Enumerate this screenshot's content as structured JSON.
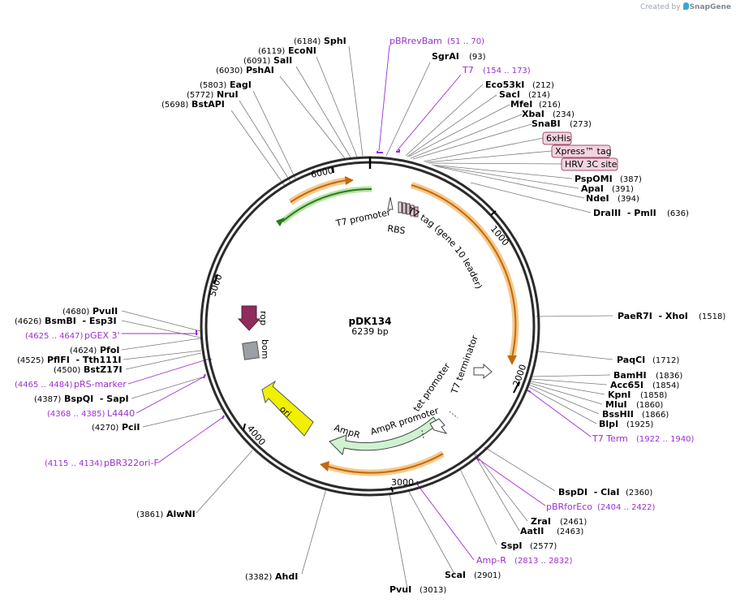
{
  "credit": {
    "prefix": "Created by",
    "brand": "SnapGene"
  },
  "plasmid": {
    "name": "pDK134",
    "size": "6239 bp"
  },
  "ticks": [
    "1000",
    "2000",
    "3000",
    "4000",
    "5000",
    "6000"
  ],
  "colors": {
    "enzyme": "#000000",
    "primer": "#9b30d0",
    "feature_fill": "#f3d3e0",
    "feature_stroke": "#a0506a"
  },
  "feature_labels": [
    {
      "id": "t7-promoter",
      "text": "T7 promoter"
    },
    {
      "id": "rbs",
      "text": "RBS"
    },
    {
      "id": "t7-tag",
      "text": "T7 tag (gene 10 leader)"
    },
    {
      "id": "t7-terminator",
      "text": "T7 terminator"
    },
    {
      "id": "tet-promoter",
      "text": "tet promoter"
    },
    {
      "id": "ampr-promoter",
      "text": "AmpR promoter"
    },
    {
      "id": "ampr",
      "text": "AmpR"
    },
    {
      "id": "ori",
      "text": "ori"
    },
    {
      "id": "bom",
      "text": "bom"
    },
    {
      "id": "rop",
      "text": "rop"
    }
  ],
  "boxed_features": [
    "6xHis",
    "Xpress™ tag",
    "HRV 3C site"
  ],
  "enzymes": [
    {
      "name": "SphI",
      "pos": "(6184)"
    },
    {
      "name": "EcoNI",
      "pos": "(6119)"
    },
    {
      "name": "SalI",
      "pos": "(6091)"
    },
    {
      "name": "PshAI",
      "pos": "(6030)"
    },
    {
      "name": "EagI",
      "pos": "(5803)"
    },
    {
      "name": "NruI",
      "pos": "(5772)"
    },
    {
      "name": "BstAPI",
      "pos": "(5698)"
    },
    {
      "name": "SgrAI",
      "pos": "(93)"
    },
    {
      "name": "Eco53kI",
      "pos": "(212)"
    },
    {
      "name": "SacI",
      "pos": "(214)"
    },
    {
      "name": "MfeI",
      "pos": "(216)"
    },
    {
      "name": "XbaI",
      "pos": "(234)"
    },
    {
      "name": "SnaBI",
      "pos": "(273)"
    },
    {
      "name": "PspOMI",
      "pos": "(387)"
    },
    {
      "name": "ApaI",
      "pos": "(391)"
    },
    {
      "name": "NdeI",
      "pos": "(394)"
    },
    {
      "name": "DraIII  - PmlI",
      "pos": "(636)"
    },
    {
      "name": "PaeR7I  - XhoI",
      "pos": "(1518)"
    },
    {
      "name": "PaqCI",
      "pos": "(1712)"
    },
    {
      "name": "BamHI",
      "pos": "(1836)"
    },
    {
      "name": "Acc65I",
      "pos": "(1854)"
    },
    {
      "name": "KpnI",
      "pos": "(1858)"
    },
    {
      "name": "MluI",
      "pos": "(1860)"
    },
    {
      "name": "BssHII",
      "pos": "(1866)"
    },
    {
      "name": "BlpI",
      "pos": "(1925)"
    },
    {
      "name": "BspDI  - ClaI",
      "pos": "(2360)"
    },
    {
      "name": "ZraI",
      "pos": "(2461)"
    },
    {
      "name": "AatII",
      "pos": "(2463)"
    },
    {
      "name": "SspI",
      "pos": "(2577)"
    },
    {
      "name": "ScaI",
      "pos": "(2901)"
    },
    {
      "name": "PvuI",
      "pos": "(3013)"
    },
    {
      "name": "AhdI",
      "pos": "(3382)"
    },
    {
      "name": "AlwNI",
      "pos": "(3861)"
    },
    {
      "name": "PciI",
      "pos": "(4270)"
    },
    {
      "name": "BspQI  - SapI",
      "pos": "(4387)"
    },
    {
      "name": "BstZ17I",
      "pos": "(4500)"
    },
    {
      "name": "PflFI  - Tth111I",
      "pos": "(4525)"
    },
    {
      "name": "PfoI",
      "pos": "(4624)"
    },
    {
      "name": "BsmBI  - Esp3I",
      "pos": "(4626)"
    },
    {
      "name": "PvuII",
      "pos": "(4680)"
    }
  ],
  "primers": [
    {
      "name": "pBRrevBam",
      "range": "(51 .. 70)"
    },
    {
      "name": "T7",
      "range": "(154 .. 173)"
    },
    {
      "name": "T7 Term",
      "range": "(1922 .. 1940)"
    },
    {
      "name": "pBRforEco",
      "range": "(2404 .. 2422)"
    },
    {
      "name": "Amp-R",
      "range": "(2813 .. 2832)"
    },
    {
      "name": "pBR322ori-F",
      "range": "(4115 .. 4134)"
    },
    {
      "name": "L4440",
      "range": "(4368 .. 4385)"
    },
    {
      "name": "pRS-marker",
      "range": "(4465 .. 4484)"
    },
    {
      "name": "pGEX 3'",
      "range": "(4625 .. 4647)"
    }
  ]
}
